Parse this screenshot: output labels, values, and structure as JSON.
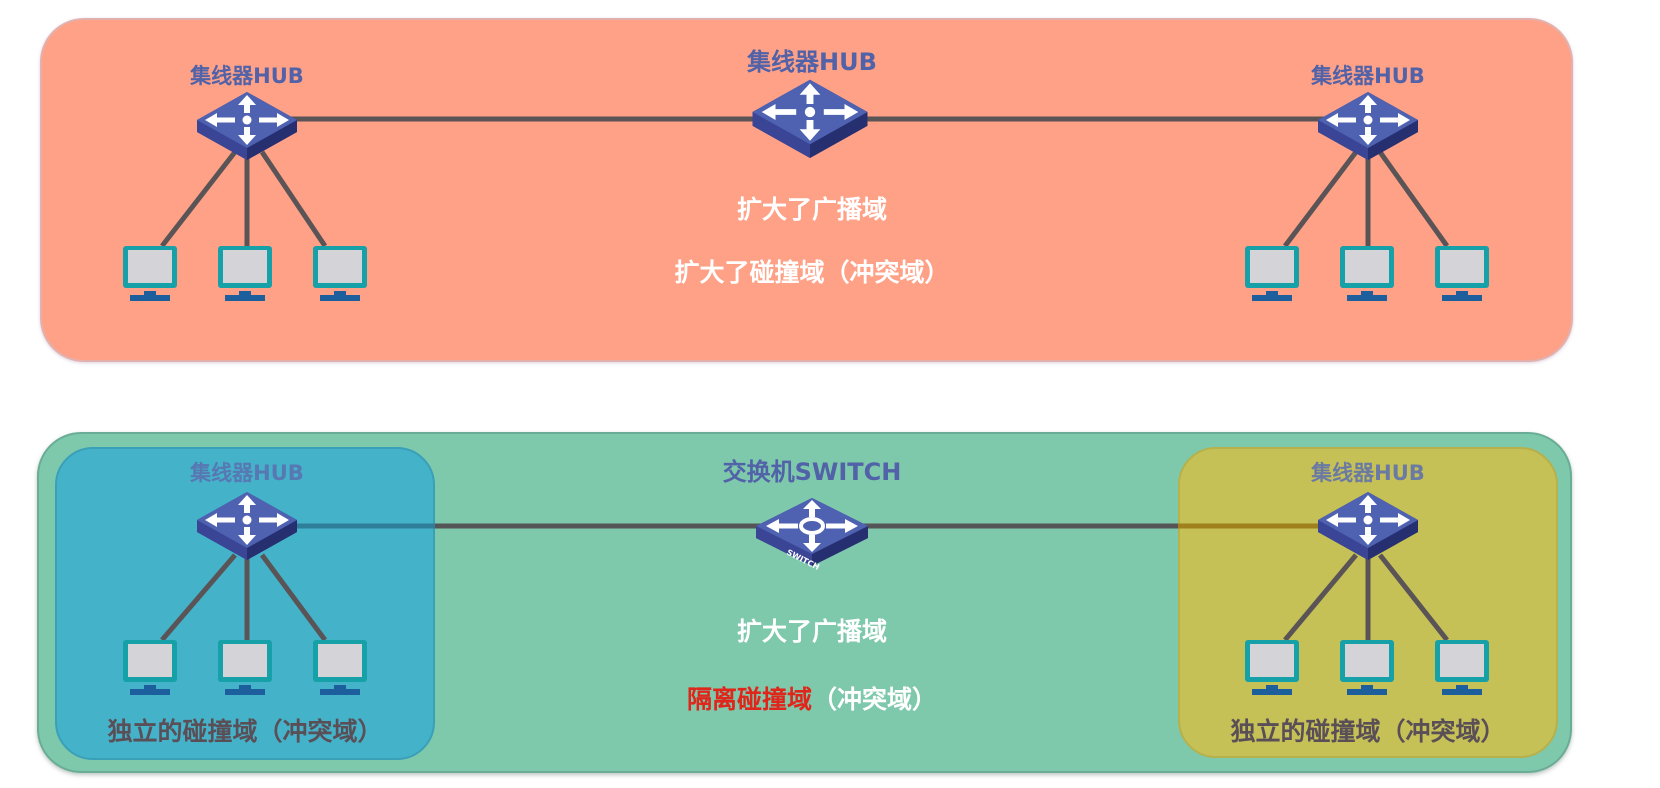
{
  "top_panel": {
    "hub_left_label": "集线器HUB",
    "hub_center_label": "集线器HUB",
    "hub_right_label": "集线器HUB",
    "caption_broadcast": "扩大了广播域",
    "caption_collision": "扩大了碰撞域（冲突域）",
    "background_color": "#fea186"
  },
  "bottom_panel": {
    "hub_left_label": "集线器HUB",
    "switch_label": "交换机SWITCH",
    "switch_face_text": "SWITCH",
    "hub_right_label": "集线器HUB",
    "caption_broadcast": "扩大了广播域",
    "caption_isolate_highlight": "隔离碰撞域",
    "caption_isolate_rest": "（冲突域）",
    "left_zone_caption": "独立的碰撞域（冲突域）",
    "right_zone_caption": "独立的碰撞域（冲突域）",
    "background_color": "#7ec8ac",
    "left_zone_color": "#44b2c9",
    "right_zone_color": "#c6c157",
    "highlight_color": "#e0251b"
  },
  "icons": {
    "hub": "hub-icon",
    "switch": "switch-icon",
    "computer": "computer-icon"
  }
}
